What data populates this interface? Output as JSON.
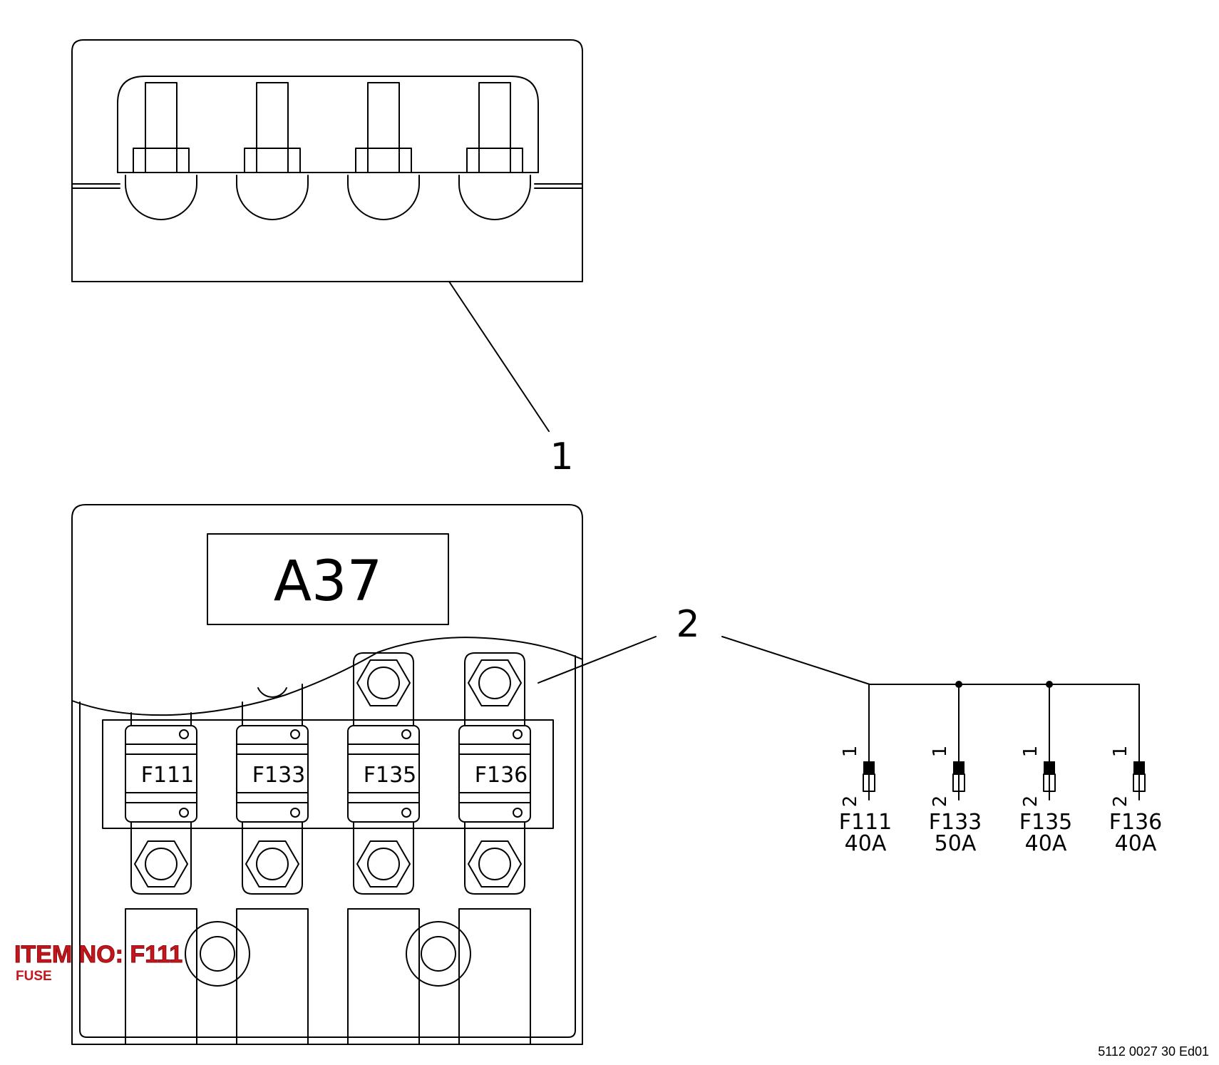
{
  "box_label": "A37",
  "callouts": {
    "one": "1",
    "two": "2"
  },
  "fuses": [
    {
      "id": "F111",
      "rating": "40A"
    },
    {
      "id": "F133",
      "rating": "50A"
    },
    {
      "id": "F135",
      "rating": "40A"
    },
    {
      "id": "F136",
      "rating": "40A"
    }
  ],
  "pins": {
    "top": "1",
    "bottom": "2"
  },
  "item": {
    "title": "ITEM NO: F111",
    "subtitle": "FUSE",
    "color": "#c4161c"
  },
  "drawing_number": "5112 0027 30 Ed01"
}
